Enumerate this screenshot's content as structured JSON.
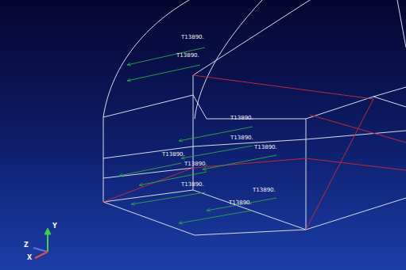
{
  "diagram": {
    "labels": [
      "T13890.",
      "T13890.",
      "T13890.",
      "T13890.",
      "T13890.",
      "T13890.",
      "T13890.",
      "T13890.",
      "T13890.",
      "T13890.",
      "Y",
      "Z",
      "X"
    ]
  }
}
